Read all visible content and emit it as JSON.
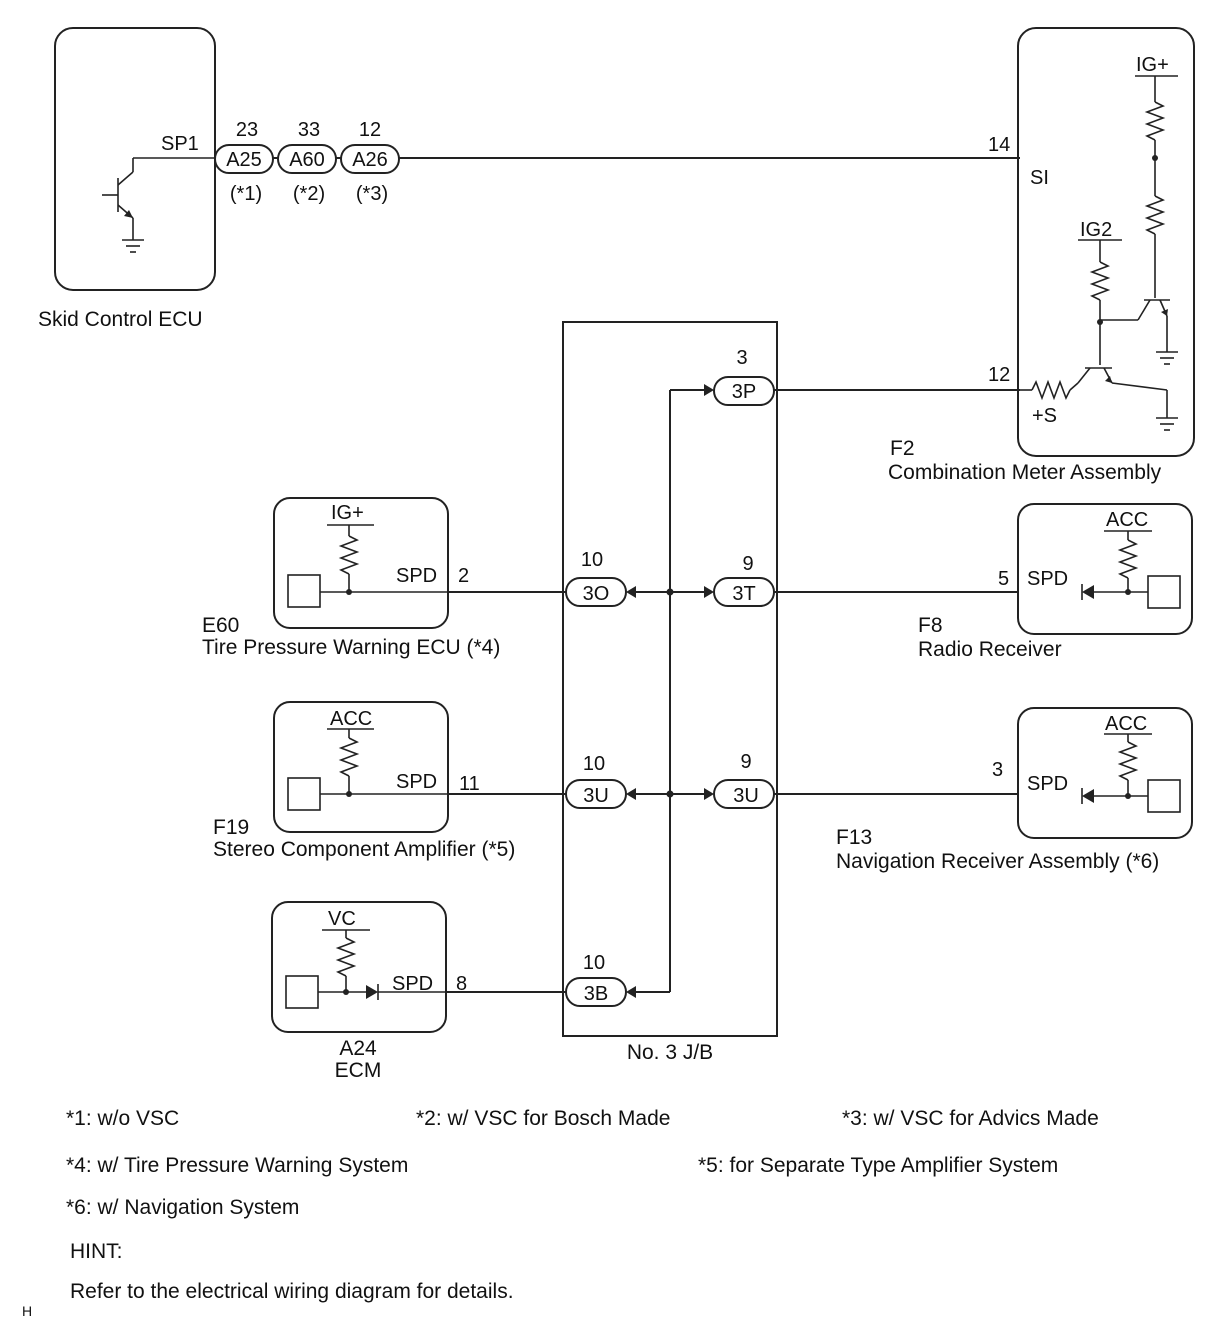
{
  "components": {
    "skid_ecu": {
      "name": "Skid Control ECU",
      "pin": "SP1"
    },
    "combination_meter": {
      "code": "F2",
      "name": "Combination Meter Assembly",
      "pin_si": "SI",
      "pin_s": "+S",
      "num_si": "14",
      "num_s": "12",
      "ig_plus": "IG+",
      "ig2": "IG2"
    },
    "tire_pressure": {
      "code": "E60",
      "name": "Tire Pressure Warning ECU (*4)",
      "power": "IG+",
      "pin": "SPD",
      "num": "2"
    },
    "radio": {
      "code": "F8",
      "name": "Radio Receiver",
      "power": "ACC",
      "pin": "SPD",
      "num": "5"
    },
    "stereo_amp": {
      "code": "F19",
      "name": "Stereo Component Amplifier (*5)",
      "power": "ACC",
      "pin": "SPD",
      "num": "11"
    },
    "navigation": {
      "code": "F13",
      "name": "Navigation Receiver Assembly (*6)",
      "power": "ACC",
      "pin": "SPD",
      "num": "3"
    },
    "ecm": {
      "code": "A24",
      "name": "ECM",
      "power": "VC",
      "pin": "SPD",
      "num": "8"
    },
    "junction_block": {
      "name": "No. 3 J/B"
    }
  },
  "connectors": {
    "a25": {
      "label": "A25",
      "num": "23",
      "note": "(*1)"
    },
    "a60": {
      "label": "A60",
      "num": "33",
      "note": "(*2)"
    },
    "a26": {
      "label": "A26",
      "num": "12",
      "note": "(*3)"
    },
    "c3p": {
      "label": "3P",
      "num": "3"
    },
    "c3o": {
      "label": "3O",
      "num": "10"
    },
    "c3t": {
      "label": "3T",
      "num": "9"
    },
    "c3u_left": {
      "label": "3U",
      "num": "10"
    },
    "c3u_right": {
      "label": "3U",
      "num": "9"
    },
    "c3b": {
      "label": "3B",
      "num": "10"
    }
  },
  "notes": {
    "n1": "*1: w/o VSC",
    "n2": "*2: w/ VSC for Bosch Made",
    "n3": "*3: w/ VSC for Advics Made",
    "n4": "*4: w/ Tire Pressure Warning System",
    "n5": "*5: for Separate Type Amplifier System",
    "n6": "*6: w/ Navigation System",
    "hint_title": "HINT:",
    "hint_text": "Refer to the electrical wiring diagram for details.",
    "corner": "H"
  }
}
